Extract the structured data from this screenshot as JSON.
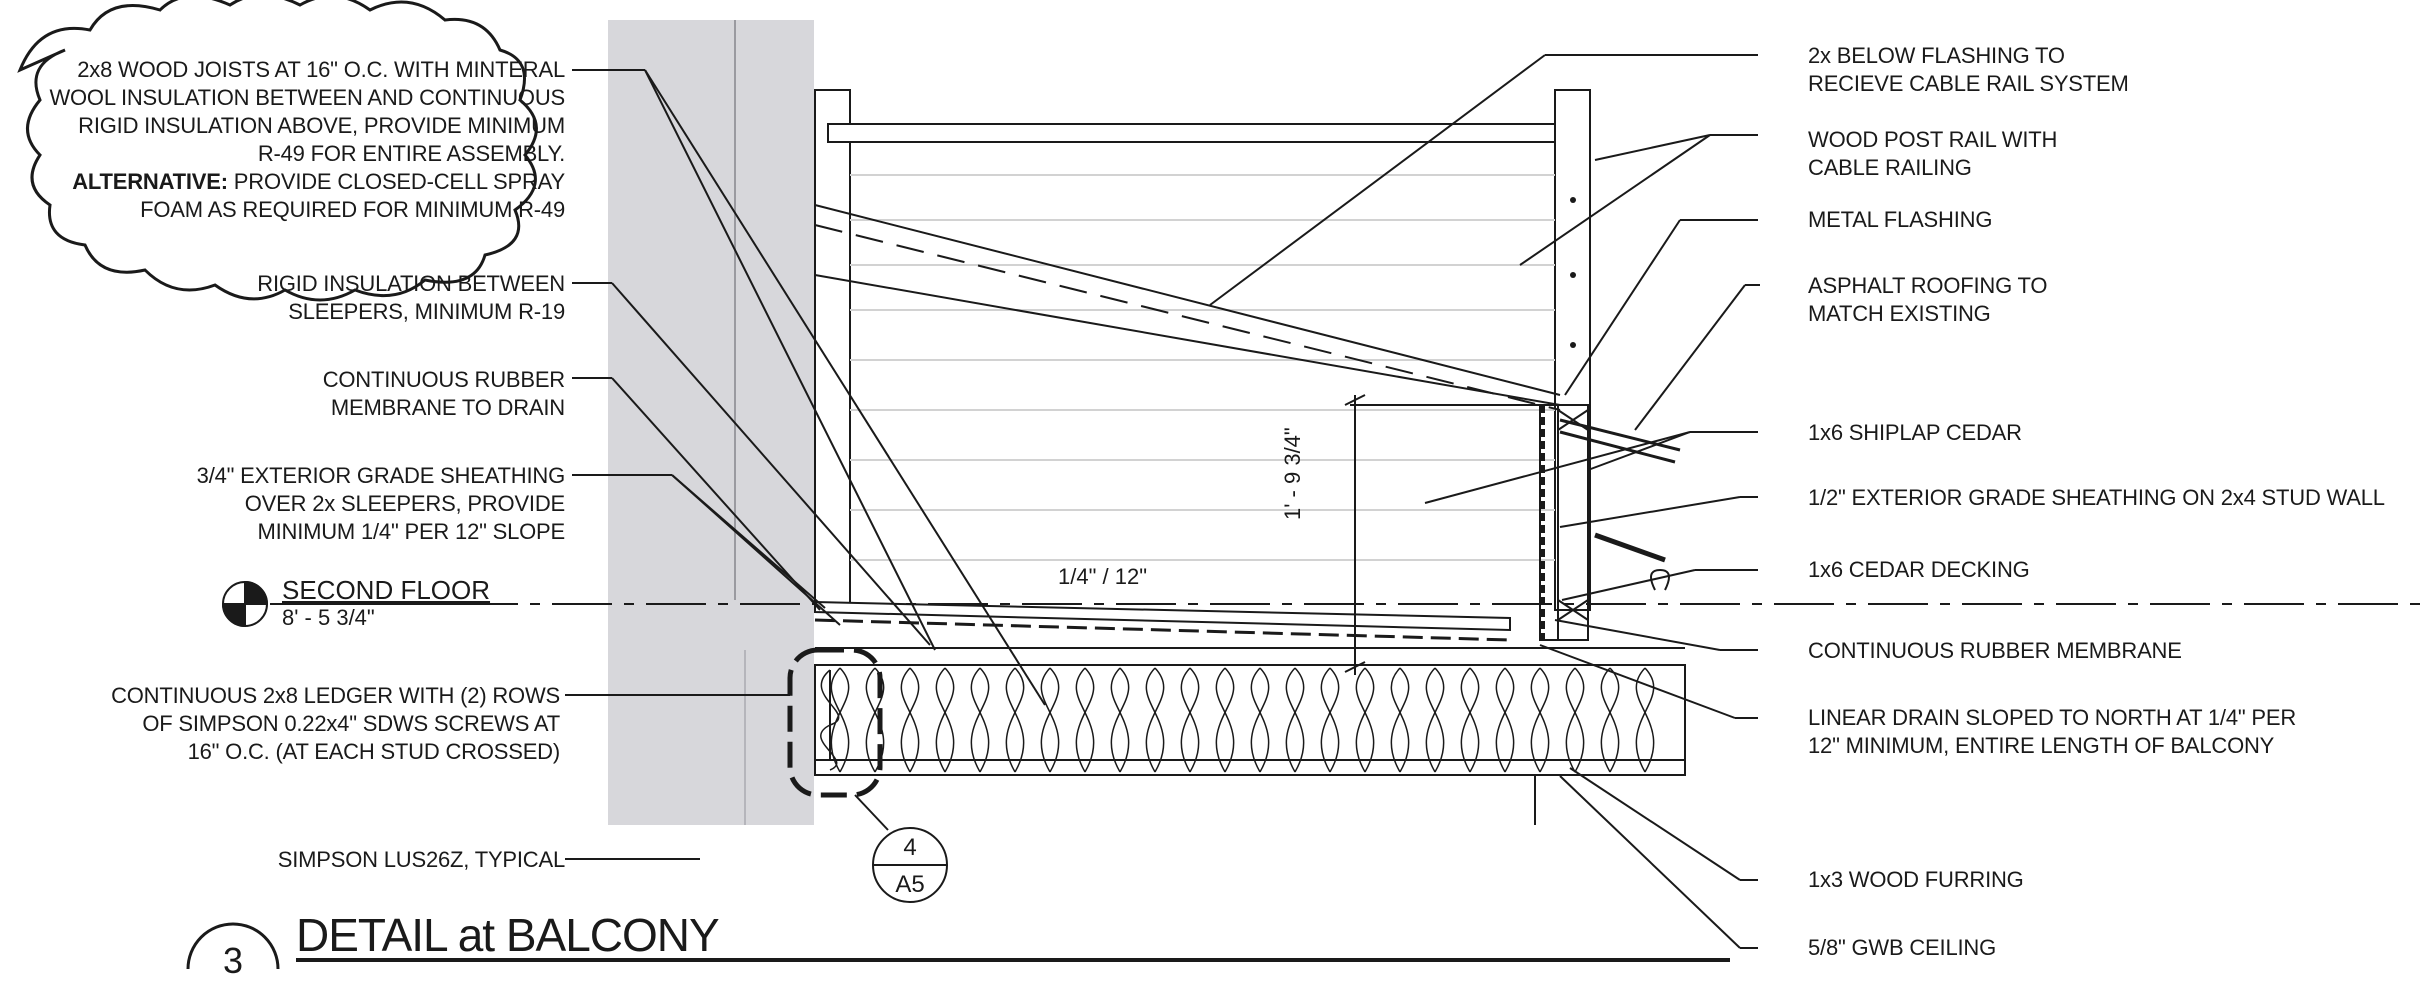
{
  "drawing": {
    "title": "DETAIL at BALCONY",
    "detail_number": "3",
    "section_ref": {
      "number": "4",
      "sheet": "A5"
    },
    "level": {
      "name": "SECOND FLOOR",
      "elevation": "8' - 5 3/4\""
    },
    "slope_label": "1/4\" / 12\"",
    "dimension_label": "1' - 9 3/4\""
  },
  "cloud_note": {
    "lines": [
      "2x8 WOOD JOISTS AT 16\" O.C. WITH MINTERAL",
      "WOOL INSULATION BETWEEN AND CONTINUOUS",
      "RIGID INSULATION ABOVE, PROVIDE  MINIMUM",
      "R-49 FOR ENTIRE ASSEMBLY."
    ],
    "alt_label": "ALTERNATIVE:",
    "alt_line1": " PROVIDE CLOSED-CELL SPRAY",
    "alt_line2": "FOAM AS REQUIRED FOR MINIMUM R-49"
  },
  "left_notes": [
    {
      "lines": [
        "RIGID INSULATION BETWEEN",
        "SLEEPERS, MINIMUM R-19"
      ]
    },
    {
      "lines": [
        "CONTINUOUS RUBBER",
        "MEMBRANE TO DRAIN"
      ]
    },
    {
      "lines": [
        "3/4\" EXTERIOR GRADE SHEATHING",
        "OVER 2x SLEEPERS, PROVIDE",
        "MINIMUM 1/4\" PER 12\" SLOPE"
      ]
    },
    {
      "lines": [
        "CONTINUOUS 2x8 LEDGER WITH (2) ROWS",
        "OF SIMPSON 0.22x4\" SDWS SCREWS AT",
        "16\" O.C. (AT EACH STUD CROSSED)"
      ]
    },
    {
      "lines": [
        "SIMPSON LUS26Z, TYPICAL"
      ]
    }
  ],
  "right_notes": [
    {
      "lines": [
        "2x BELOW FLASHING TO",
        "RECIEVE CABLE RAIL SYSTEM"
      ]
    },
    {
      "lines": [
        "WOOD POST RAIL WITH",
        "CABLE RAILING"
      ]
    },
    {
      "lines": [
        "METAL FLASHING"
      ]
    },
    {
      "lines": [
        "ASPHALT ROOFING TO",
        "MATCH EXISTING"
      ]
    },
    {
      "lines": [
        "1x6 SHIPLAP CEDAR"
      ]
    },
    {
      "lines": [
        "1/2\" EXTERIOR GRADE SHEATHING ON 2x4 STUD WALL"
      ]
    },
    {
      "lines": [
        "1x6 CEDAR DECKING"
      ]
    },
    {
      "lines": [
        "CONTINUOUS RUBBER MEMBRANE"
      ]
    },
    {
      "lines": [
        "LINEAR DRAIN SLOPED TO NORTH AT 1/4\" PER",
        "12\" MINIMUM, ENTIRE LENGTH OF BALCONY"
      ]
    },
    {
      "lines": [
        "1x3 WOOD FURRING"
      ]
    },
    {
      "lines": [
        "5/8\" GWB CEILING"
      ]
    }
  ],
  "colors": {
    "ink": "#1a1a1a",
    "wall_fill": "#d7d7db",
    "faint": "#c8c8c8"
  }
}
